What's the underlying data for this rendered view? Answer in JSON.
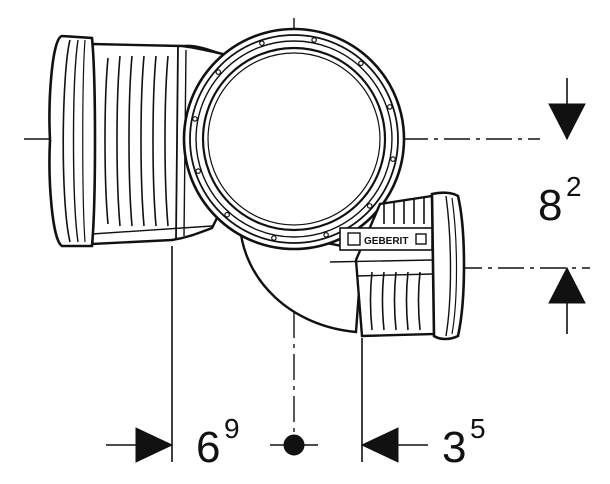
{
  "dimensions": {
    "vertical_offset": {
      "base": "8",
      "sup": "2"
    },
    "left_offset": {
      "base": "6",
      "sup": "9"
    },
    "right_offset": {
      "base": "3",
      "sup": "5"
    }
  },
  "branding": {
    "logo_text": "GEBERIT"
  },
  "colors": {
    "ink": "#111111",
    "paper": "#ffffff"
  }
}
